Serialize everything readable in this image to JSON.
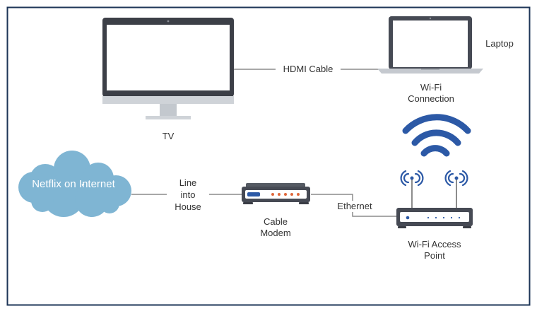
{
  "labels": {
    "tv": "TV",
    "laptop": "Laptop",
    "hdmi": "HDMI Cable",
    "wifi_connection_1": "Wi-Fi",
    "wifi_connection_2": "Connection",
    "netflix": "Netflix on Internet",
    "line_1": "Line",
    "line_2": "into",
    "line_3": "House",
    "modem_1": "Cable",
    "modem_2": "Modem",
    "ethernet": "Ethernet",
    "ap_1": "Wi-Fi Access",
    "ap_2": "Point"
  },
  "colors": {
    "frame": "#1d3557",
    "device_dark": "#464a54",
    "screen_bezel": "#3c3f47",
    "screen_stand": "#cfd3d8",
    "cloud": "#7fb5d3",
    "wifi_blue": "#2c59a6",
    "modem_orange": "#e0673a",
    "connector": "#8c8c8c"
  },
  "icons": [
    "tv-icon",
    "laptop-icon",
    "cloud-icon",
    "cable-modem-icon",
    "wifi-signal-icon",
    "wifi-access-point-icon"
  ]
}
